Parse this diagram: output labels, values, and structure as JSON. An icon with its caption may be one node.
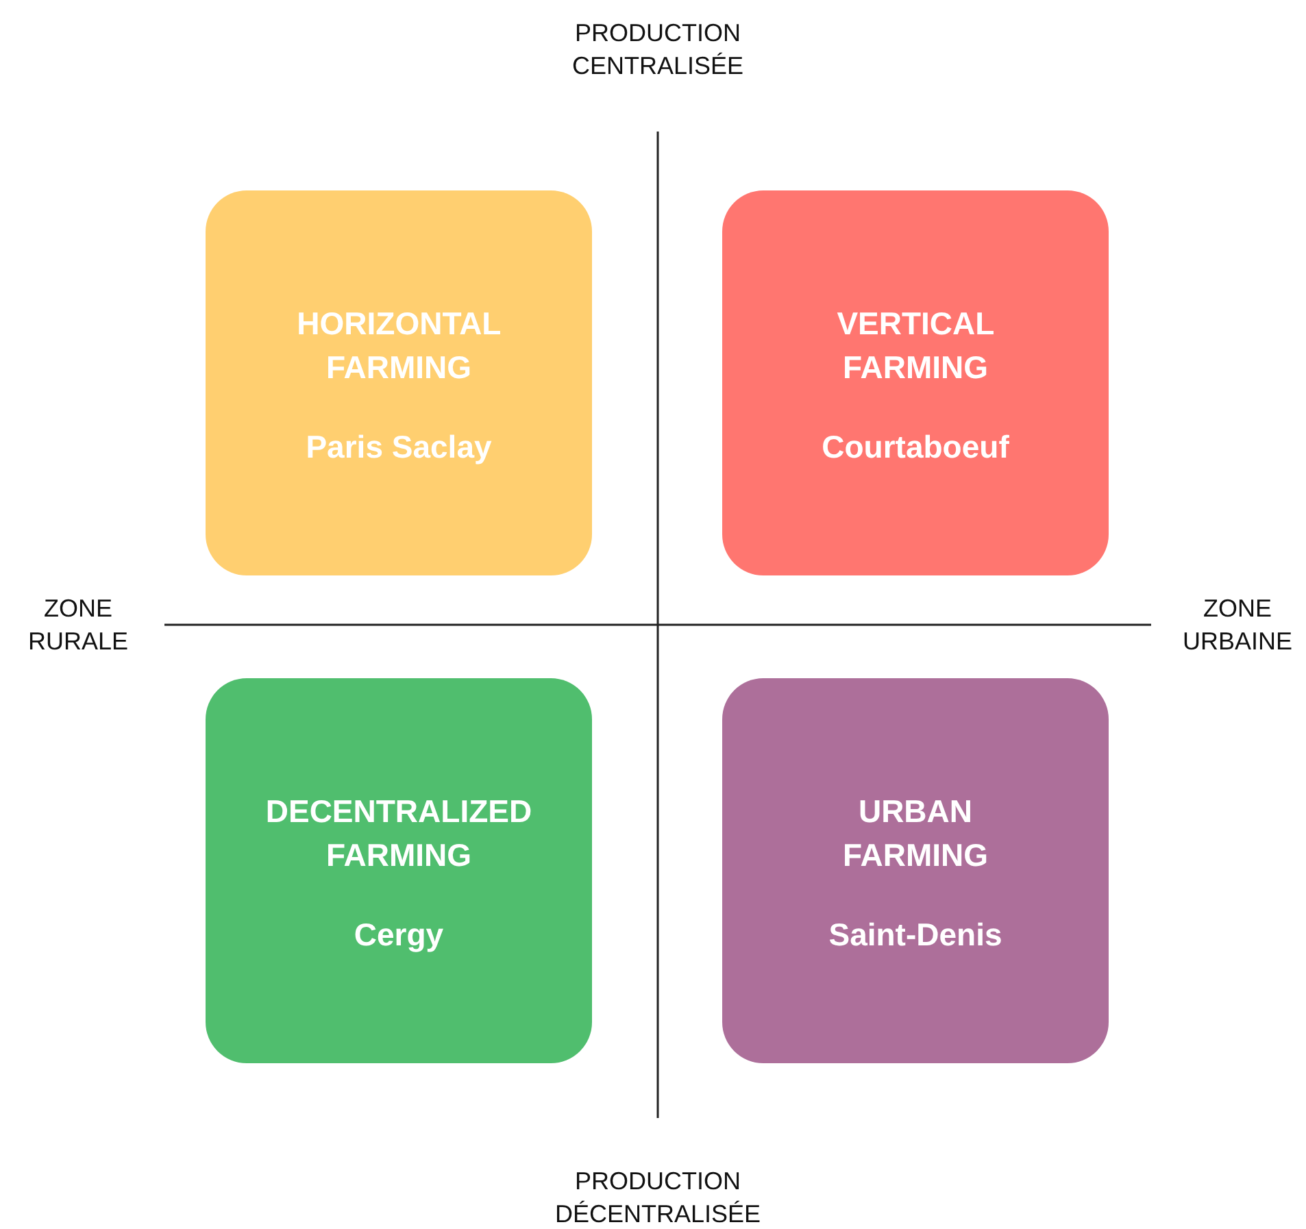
{
  "diagram": {
    "nodes": [
      {
        "text": [
          "HORIZONTAL FARMING",
          "Paris Saclay"
        ]
      },
      {
        "text": [
          "VERTICAL FARMING",
          "Courtaboeuf"
        ]
      },
      {
        "text": [
          "DECENTRALIZED FARMING",
          "Cergy"
        ]
      },
      {
        "text": [
          "URBAN FARMING",
          "Saint-Denis"
        ]
      }
    ],
    "labels": [
      "PRODUCTION CENTRALISÉE",
      "ZONE RURALE",
      "ZONE URBAINE",
      "PRODUCTION DÉCENTRALISÉE"
    ]
  }
}
